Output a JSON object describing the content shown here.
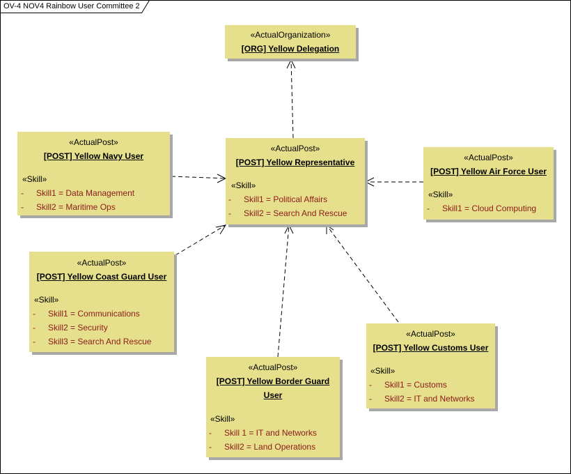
{
  "window": {
    "title": "OV-4 NOV4 Rainbow User Committee 2"
  },
  "colors": {
    "node_fill": "#e6e08c",
    "skill_text": "#8b1a1a",
    "shadow": "#a8a8a8"
  },
  "nodes": {
    "delegation": {
      "stereotype": "«ActualOrganization»",
      "title": "[ORG] Yellow Delegation",
      "skills_header": "",
      "skills": []
    },
    "representative": {
      "stereotype": "«ActualPost»",
      "title": "[POST] Yellow Representative",
      "skills_header": "«Skill»",
      "skills": [
        "Skill1 = Political Affairs",
        "Skill2 = Search And Rescue"
      ]
    },
    "navy": {
      "stereotype": "«ActualPost»",
      "title": "[POST] Yellow Navy User",
      "skills_header": "«Skill»",
      "skills": [
        "Skill1 = Data Management",
        "Skill2 = Maritime Ops"
      ]
    },
    "airforce": {
      "stereotype": "«ActualPost»",
      "title": "[POST] Yellow Air Force User",
      "skills_header": "«Skill»",
      "skills": [
        "Skill1 = Cloud Computing"
      ]
    },
    "coastguard": {
      "stereotype": "«ActualPost»",
      "title": "[POST] Yellow Coast Guard User",
      "skills_header": "«Skill»",
      "skills": [
        "Skill1  = Communications",
        "Skill2 = Security",
        "Skill3 = Search And Rescue"
      ]
    },
    "borderguard": {
      "stereotype": "«ActualPost»",
      "title": "[POST] Yellow Border  Guard User",
      "skills_header": "«Skill»",
      "skills": [
        "Skill 1 = IT and Networks",
        "Skill2 = Land Operations"
      ]
    },
    "customs": {
      "stereotype": "«ActualPost»",
      "title": "[POST] Yellow Customs User",
      "skills_header": "«Skill»",
      "skills": [
        "Skill1 = Customs",
        "Skill2 = IT and Networks"
      ]
    }
  },
  "edges": [
    {
      "from": "representative",
      "to": "delegation"
    },
    {
      "from": "navy",
      "to": "representative"
    },
    {
      "from": "airforce",
      "to": "representative"
    },
    {
      "from": "coastguard",
      "to": "representative"
    },
    {
      "from": "borderguard",
      "to": "representative"
    },
    {
      "from": "customs",
      "to": "representative"
    }
  ]
}
